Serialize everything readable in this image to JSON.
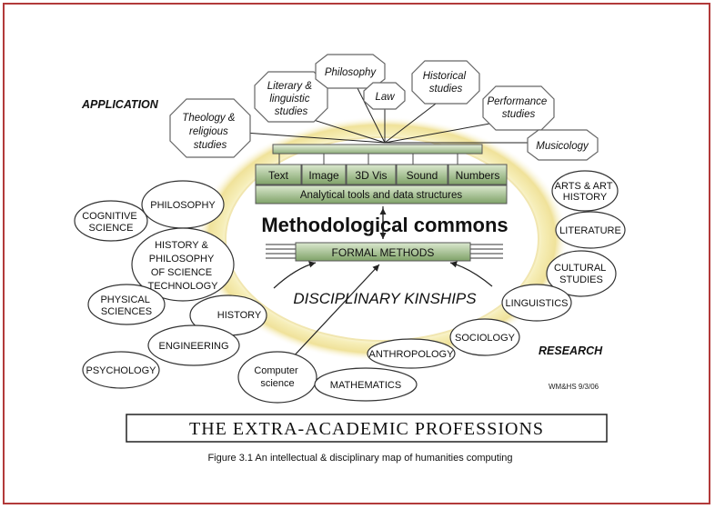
{
  "headings": {
    "application": "APPLICATION",
    "research": "RESEARCH"
  },
  "applications": [
    "Theology & religious studies",
    "Literary & linguistic studies",
    "Philosophy",
    "Law",
    "Historical studies",
    "Performance studies",
    "Musicology"
  ],
  "tools": [
    "Text",
    "Image",
    "3D Vis",
    "Sound",
    "Numbers"
  ],
  "analytical_tools_label": "Analytical tools and data structures",
  "commons_title": "Methodological commons",
  "formal_methods_label": "FORMAL METHODS",
  "kinships_label": "DISCIPLINARY KINSHIPS",
  "disciplines_left": [
    "COGNITIVE SCIENCE",
    "PHILOSOPHY",
    "HISTORY & PHILOSOPHY OF SCIENCE TECHNOLOGY",
    "PHYSICAL SCIENCES",
    "HISTORY",
    "ENGINEERING",
    "PSYCHOLOGY",
    "Computer science",
    "MATHEMATICS",
    "ANTHROPOLOGY",
    "SOCIOLOGY"
  ],
  "disciplines_right": [
    "ARTS & ART HISTORY",
    "LITERATURE",
    "CULTURAL STUDIES",
    "LINGUISTICS"
  ],
  "credit": "WM&HS 9/3/06",
  "banner": "THE EXTRA-ACADEMIC PROFESSIONS",
  "caption": "Figure 3.1 An intellectual & disciplinary map of humanities computing",
  "colors": {
    "frame": "#b23a3a",
    "tool_box": "#8fb07a",
    "glow": "#f2e7a6",
    "cloud_stroke": "#333333"
  }
}
